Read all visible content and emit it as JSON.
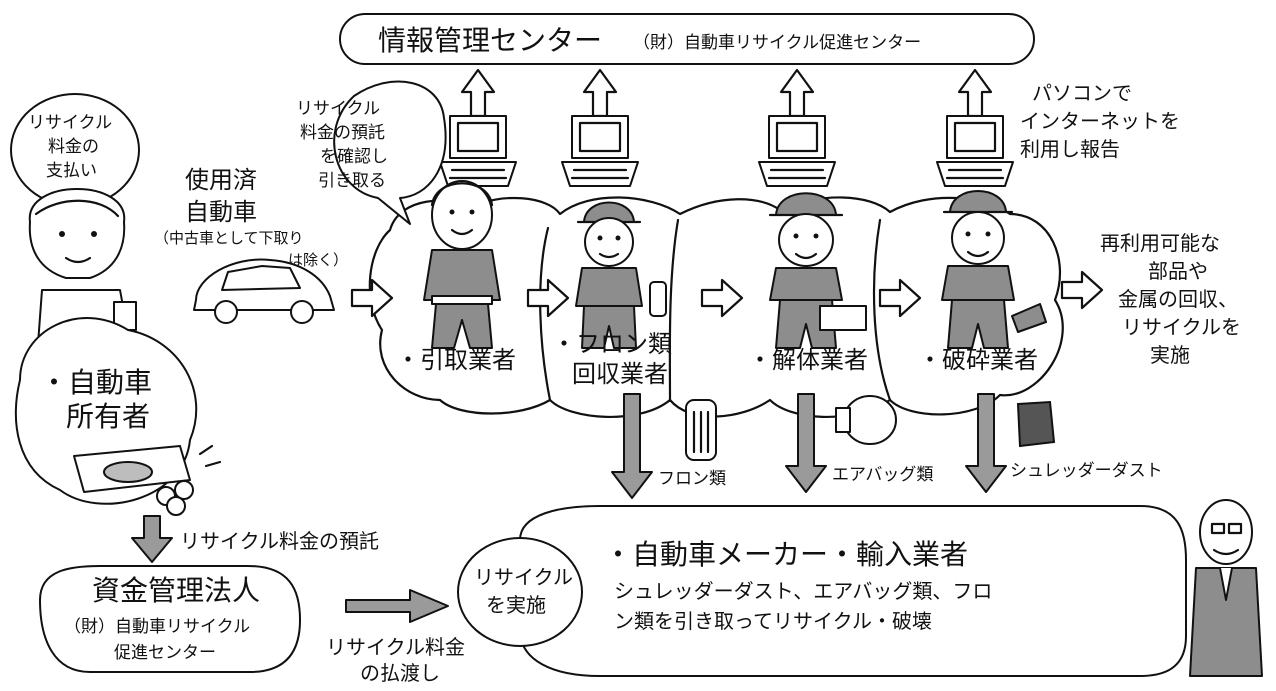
{
  "info_center": {
    "title": "情報管理センター",
    "subtitle": "（財）自動車リサイクル促進センター"
  },
  "pc_note": [
    "パソコンで",
    "インターネットを",
    "利用し報告"
  ],
  "owner": {
    "bubble": [
      "リサイクル",
      "料金の",
      "支払い"
    ],
    "label": [
      "・自動車",
      "所有者"
    ]
  },
  "used_car": {
    "title": [
      "使用済",
      "自動車"
    ],
    "note": [
      "（中古車として下取り",
      "は除く）"
    ]
  },
  "collector_bubble": [
    "リサイクル",
    "料金の預託",
    "を確認し",
    "引き取る"
  ],
  "businesses": [
    {
      "label": [
        "・引取業者"
      ]
    },
    {
      "label": [
        "・フロン類",
        "回収業者"
      ]
    },
    {
      "label": [
        "・解体業者"
      ]
    },
    {
      "label": [
        "・破砕業者"
      ]
    }
  ],
  "outcome": [
    "再利用可能な",
    "部品や",
    "金属の回収、",
    "リサイクルを",
    "実施"
  ],
  "materials": [
    "フロン類",
    "エアバッグ類",
    "シュレッダーダスト"
  ],
  "deposit_label": "リサイクル料金の預託",
  "fund": {
    "title": "資金管理法人",
    "sub": [
      "（財）自動車リサイクル",
      "促進センター"
    ]
  },
  "payment_label": [
    "リサイクル料金",
    "の払渡し"
  ],
  "recycle_bubble": [
    "リサイクル",
    "を実施"
  ],
  "manufacturer": {
    "title": "・自動車メーカー・輸入業者",
    "desc": [
      "シュレッダーダスト、エアバッグ類、フロ",
      "ン類を引き取ってリサイクル・破壊"
    ]
  }
}
